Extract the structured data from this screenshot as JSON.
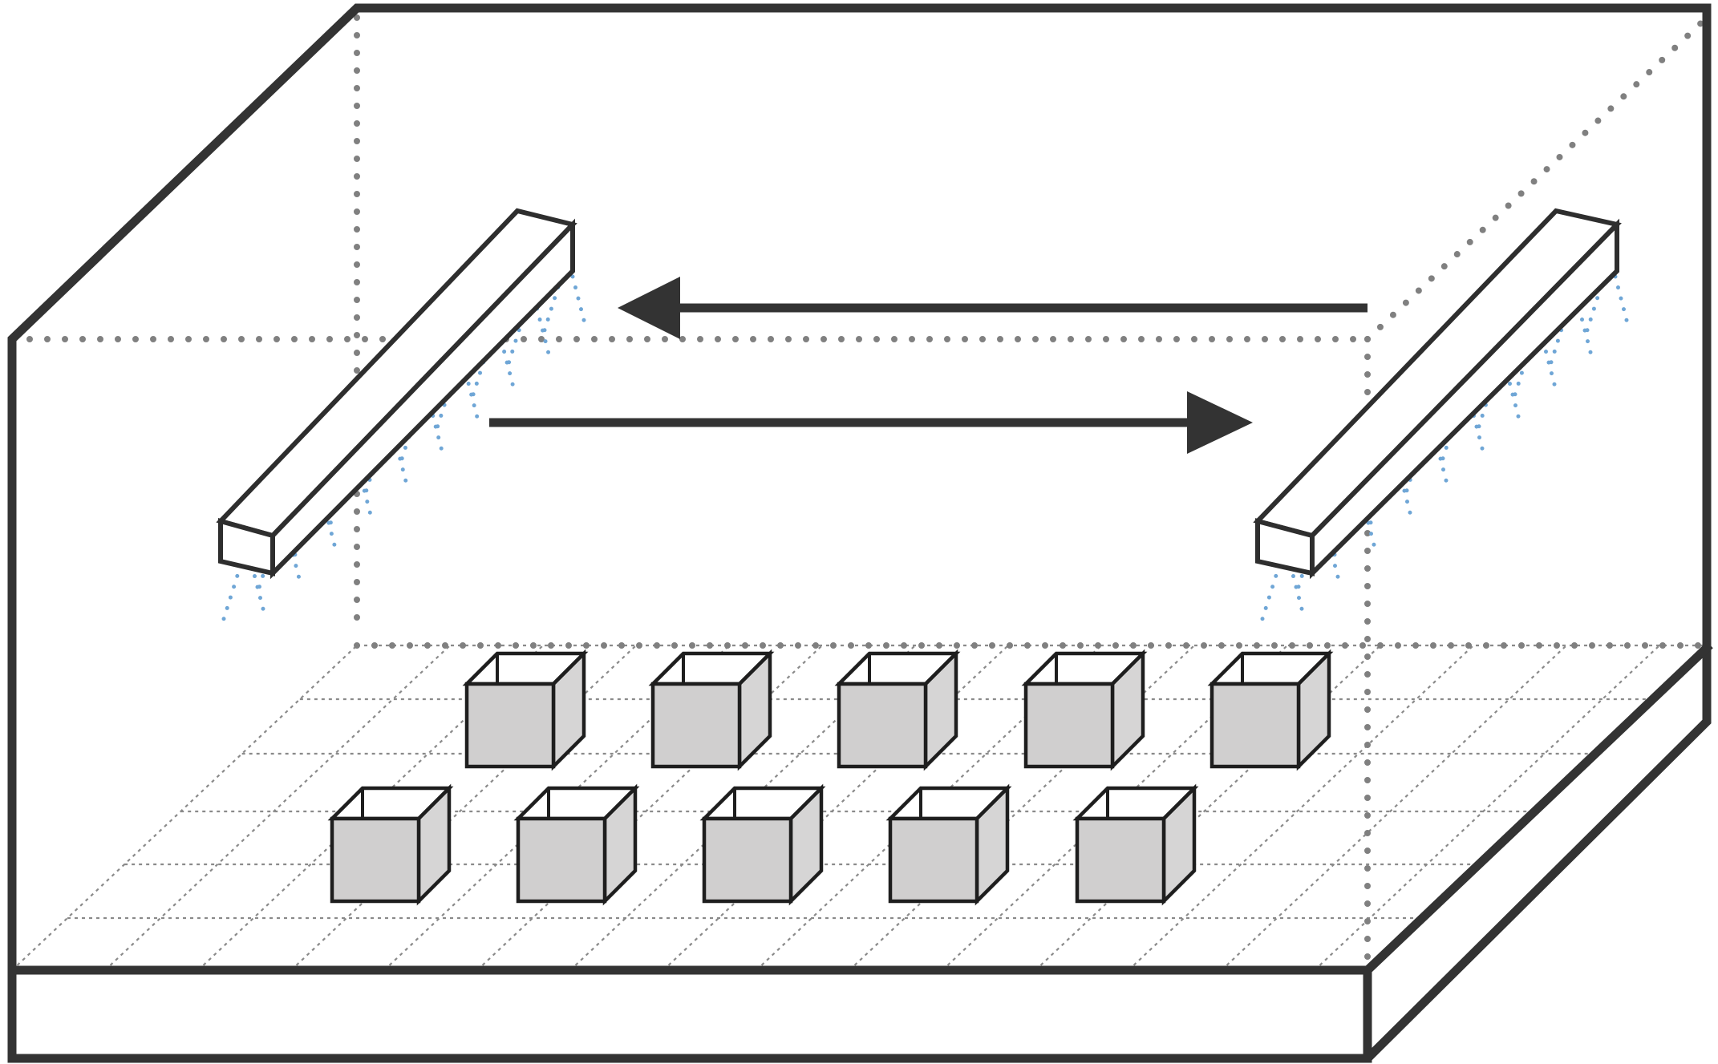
{
  "figure": {
    "subject": "",
    "components": {
      "chamber": {
        "shape": "open-front box",
        "line_color": "#333333"
      },
      "spray_bars": {
        "count": 2,
        "spray_color": "#6fa6d6"
      },
      "sample_cubes": {
        "rows": 2,
        "per_row": 5,
        "fill_color": "#d0cfcf"
      },
      "motion_arrows": {
        "count": 2,
        "directions": [
          "left",
          "right"
        ],
        "color": "#333333"
      },
      "floor_grid": {
        "style": "dashed",
        "color": "#8a8a8a"
      }
    }
  }
}
